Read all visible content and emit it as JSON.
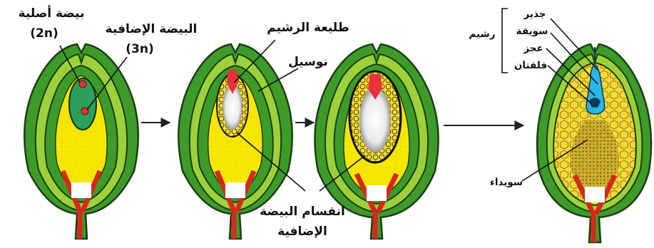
{
  "stages": [
    {
      "labels": {
        "original_egg": "بيضة أصلية",
        "original_egg_ploidy": "(2n)",
        "accessory_egg": "البيضة الإضافية",
        "accessory_egg_ploidy": "(3n)"
      }
    },
    {
      "labels": {
        "embryo_primordium": "طليعة الرشيم",
        "nucellus": "نوسيل"
      }
    },
    {
      "labels": {
        "accessory_egg_division_line1": "انقسام البيضة",
        "accessory_egg_division_line2": "الإضافية"
      }
    },
    {
      "labels": {
        "radicle": "جذير",
        "hypocotyl": "سويقة",
        "embryo": "رشيم",
        "plumule": "عجز",
        "cotyledons": "فلقتان",
        "endosperm": "سويداء"
      }
    }
  ],
  "colors": {
    "integument": "#3d9b2a",
    "integument_light": "#9bd13a",
    "integument_outline": "#1d3d12",
    "nucellus": "#f7e600",
    "original_egg": "#2aa05a",
    "nucleus": "#e8323a",
    "vascular": "#d6281c",
    "embryo": "#29b6e8",
    "cell_fill": "#f3dc3a",
    "arrow": "#222222"
  }
}
